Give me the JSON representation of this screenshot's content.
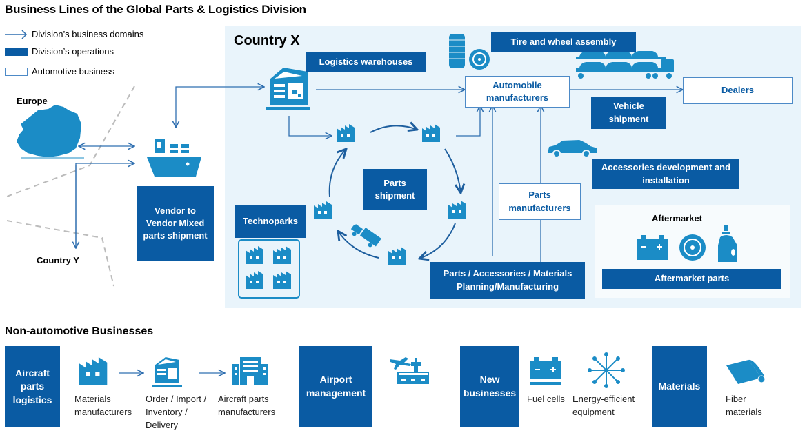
{
  "title": "Business Lines of the Global Parts & Logistics Division",
  "legend": [
    {
      "label": "Division’s business domains",
      "icon": "arrow-right-icon"
    },
    {
      "label": "Division’s operations",
      "icon": "filled-box-swatch"
    },
    {
      "label": "Automotive business",
      "icon": "outlined-box-swatch"
    }
  ],
  "regions": {
    "europe": "Europe",
    "country_y": "Country Y",
    "country_x": "Country X"
  },
  "operations": {
    "vendor_to_vendor": "Vendor to Vendor Mixed parts shipment",
    "logistics_warehouses": "Logistics warehouses",
    "tire_wheel": "Tire and wheel assembly",
    "vehicle_shipment": "Vehicle shipment",
    "accessories": "Accessories development and installation",
    "parts_shipment": "Parts shipment",
    "technoparks": "Technoparks",
    "planning": "Parts / Accessories / Materials Planning/Manufacturing",
    "aftermarket_parts": "Aftermarket parts"
  },
  "automotive": {
    "automobile_manufacturers": "Automobile manufacturers",
    "dealers": "Dealers",
    "parts_manufacturers": "Parts manufacturers"
  },
  "aftermarket": {
    "title": "Aftermarket",
    "icons": [
      "battery-icon",
      "tire-icon",
      "oil-bottle-icon"
    ]
  },
  "non_automotive": {
    "heading": "Non-automotive Businesses",
    "aircraft": {
      "label": "Aircraft parts logistics",
      "steps": [
        "Materials manufacturers",
        "Order / Import / Inventory / Delivery",
        "Aircraft parts manufacturers"
      ]
    },
    "airport": {
      "label": "Airport management"
    },
    "new_businesses": {
      "label": "New businesses",
      "items": [
        "Fuel cells",
        "Energy-efficient equipment"
      ]
    },
    "materials": {
      "label": "Materials",
      "items": [
        "Fiber materials"
      ]
    }
  },
  "colors": {
    "operation": "#0a5ba3",
    "icon": "#1b8cc6",
    "arrow": "#2f6fb0",
    "country_bg": "#e9f4fb"
  }
}
